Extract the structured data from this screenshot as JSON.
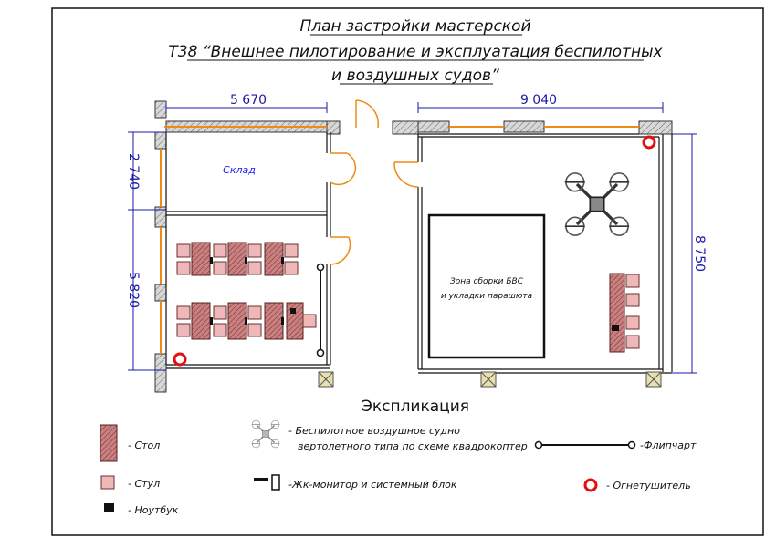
{
  "title": {
    "line1": "План застройки мастерской",
    "line2": "Т38 “Внешнее пилотирование и эксплуатация беспилотных",
    "line3": "и воздушных судов”"
  },
  "dimensions": {
    "left_width": "5 670",
    "right_width": "9 040",
    "storage_height": "2 740",
    "room_height": "5 820",
    "right_height": "8 750"
  },
  "rooms": {
    "storage": "Склад",
    "zone_line1": "Зона сборки БВС",
    "zone_line2": "и укладки парашюта"
  },
  "legend": {
    "heading": "Экспликация",
    "table": "- Стол",
    "chair": "- Стул",
    "laptop": "- Ноутбук",
    "drone_line1": "- Беспилотное воздушное судно",
    "drone_line2": "вертолетного типа по схеме квадрокоптер",
    "monitor": "-Жк-монитор и системный блок",
    "flipchart": "-Флипчарт",
    "extinguisher": "- Огнетушитель"
  },
  "colors": {
    "window": "#f08a16",
    "dimension": "#1a1aa8",
    "extinguisher": "#e01010",
    "table": "#c07070",
    "chair": "#eeb8b8"
  },
  "icons": [
    "drone-icon",
    "laptop-icon",
    "monitor-icon",
    "flipchart-icon",
    "extinguisher-icon"
  ]
}
